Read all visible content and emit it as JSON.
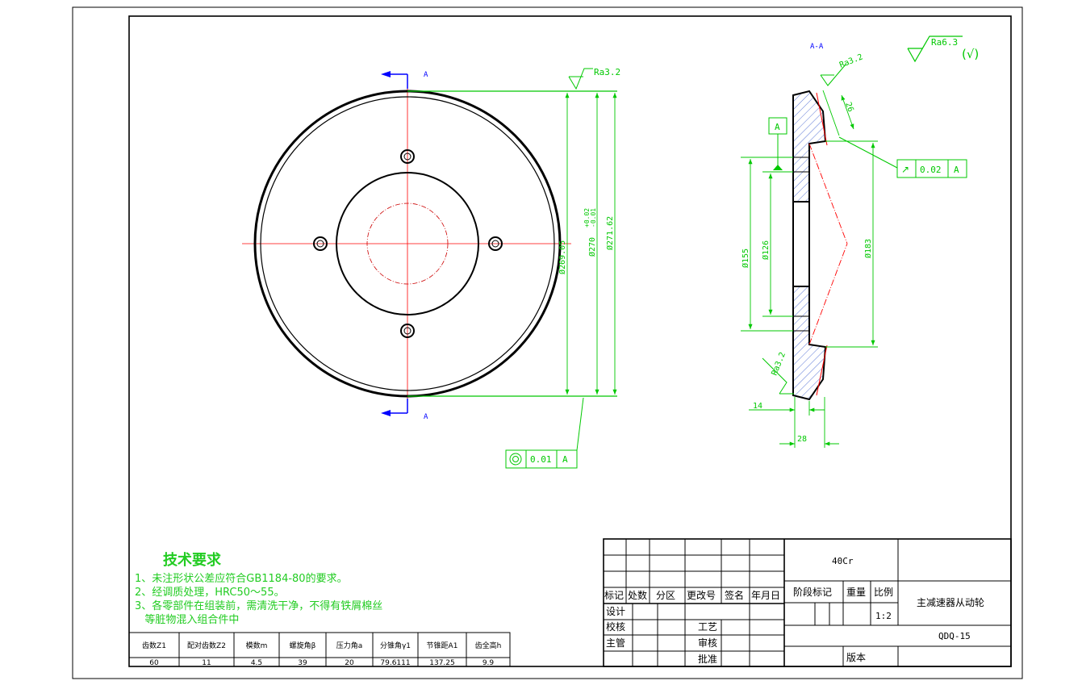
{
  "colors": {
    "frame": "#000000",
    "dim": "#00c800",
    "center": "#ff0000",
    "arrow": "#0000ff",
    "text_green": "#22cc22"
  },
  "section": {
    "left_label": "A",
    "left_label_bottom": "A",
    "view_title": "A-A"
  },
  "roughness": {
    "general": "Ra6.3",
    "general_mark": "(√)",
    "outer": "Ra3.2",
    "section_top": "Ra3.2",
    "section_bottom": "Ra3.2"
  },
  "dimensions": {
    "d_tip": "Ø269.05",
    "d_ref": "Ø270",
    "d_ref_tol_upper": "+0.02",
    "d_ref_tol_lower": "-0.01",
    "d_outer": "Ø271.62",
    "d_155": "Ø155",
    "d_126": "Ø126",
    "d_183": "Ø183",
    "len_14": "14",
    "len_28": "28",
    "len_26": "26"
  },
  "datum": {
    "label": "A"
  },
  "tolerances": {
    "runout": {
      "symbol": "↗",
      "value": "0.02",
      "datum": "A"
    },
    "concentricity": {
      "symbol": "◎",
      "value": "0.01",
      "datum": "A"
    }
  },
  "tech_req": {
    "title": "技术要求",
    "lines": [
      "1、未注形状公差应符合GB1184-80的要求。",
      "2、经调质处理，HRC50～55。",
      "3、各零部件在组装前，需清洗干净，不得有铁屑棉丝",
      "   等脏物混入组合件中"
    ]
  },
  "params_table": {
    "headers": [
      "齿数Z1",
      "配对齿数Z2",
      "模数m",
      "螺旋角β",
      "压力角a",
      "分锥角γ1",
      "节锥距A1",
      "齿全高h"
    ],
    "values": [
      "60",
      "11",
      "4.5",
      "39",
      "20",
      "79.6111",
      "137.25",
      "9.9"
    ]
  },
  "title_block": {
    "material": "40Cr",
    "part_name": "主减速器从动轮",
    "drawing_no": "QDQ-15",
    "scale": "1:2",
    "headers": [
      "标记",
      "处数",
      "分区",
      "更改号",
      "签名",
      "年月日"
    ],
    "stage_mark": "阶段标记",
    "weight": "重量",
    "scale_label": "比例",
    "design": "设计",
    "check": "校核",
    "supervise": "主管",
    "process": "工艺",
    "review": "审核",
    "approve": "批准",
    "version": "版本"
  }
}
